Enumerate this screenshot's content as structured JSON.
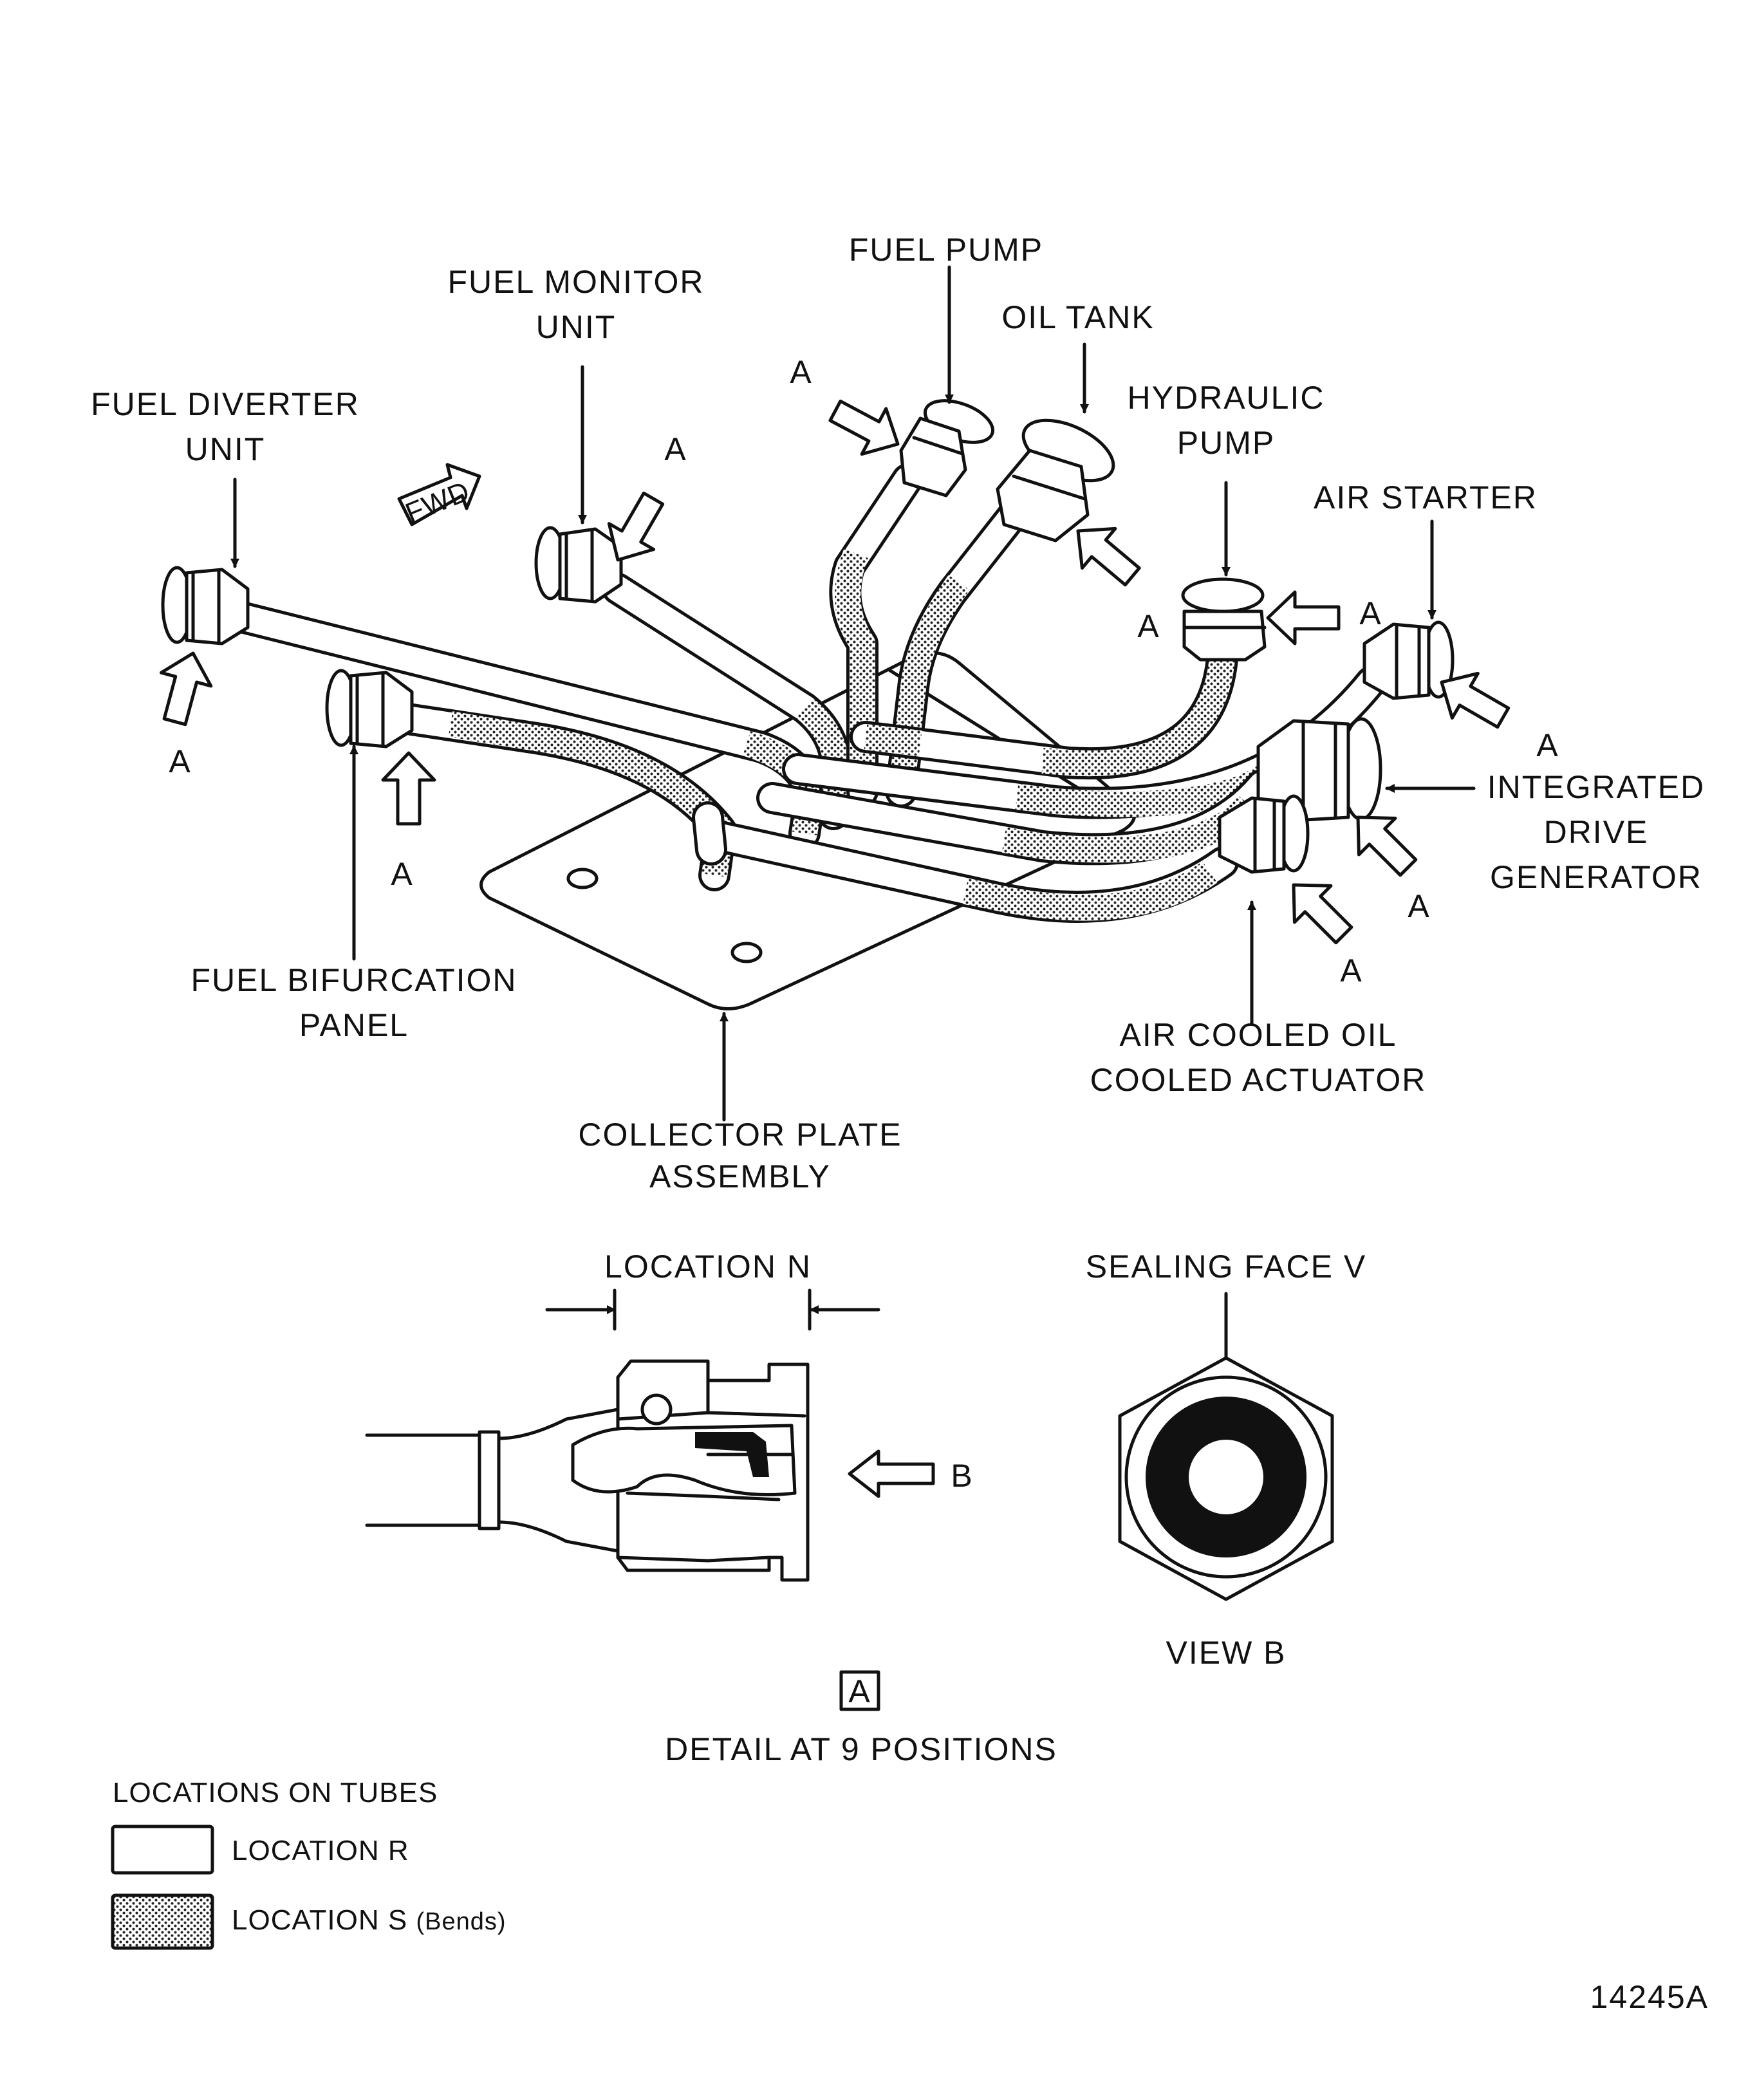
{
  "labels": {
    "fuel_diverter": [
      "FUEL DIVERTER",
      "UNIT"
    ],
    "fuel_monitor": [
      "FUEL MONITOR",
      "UNIT"
    ],
    "fuel_pump": "FUEL PUMP",
    "oil_tank": "OIL TANK",
    "hydraulic_pump": [
      "HYDRAULIC",
      "PUMP"
    ],
    "air_starter": "AIR STARTER",
    "idg": [
      "INTEGRATED",
      "DRIVE",
      "GENERATOR"
    ],
    "air_cooled": [
      "AIR COOLED OIL",
      "COOLED ACTUATOR"
    ],
    "fuel_bifurcation": [
      "FUEL BIFURCATION",
      "PANEL"
    ],
    "collector_plate": [
      "COLLECTOR PLATE",
      "ASSEMBLY"
    ],
    "fwd": "FWD",
    "callout_a": "A"
  },
  "detail": {
    "location_n": "LOCATION N",
    "sealing_face": "SEALING FACE V",
    "arrow_b": "B",
    "view_b": "VIEW B",
    "box_letter": "A",
    "caption": "DETAIL AT 9 POSITIONS"
  },
  "legend": {
    "title": "LOCATIONS ON TUBES",
    "location_r": "LOCATION R",
    "location_s": "LOCATION S",
    "location_s_note": "(Bends)"
  },
  "figure_number": "14245A"
}
